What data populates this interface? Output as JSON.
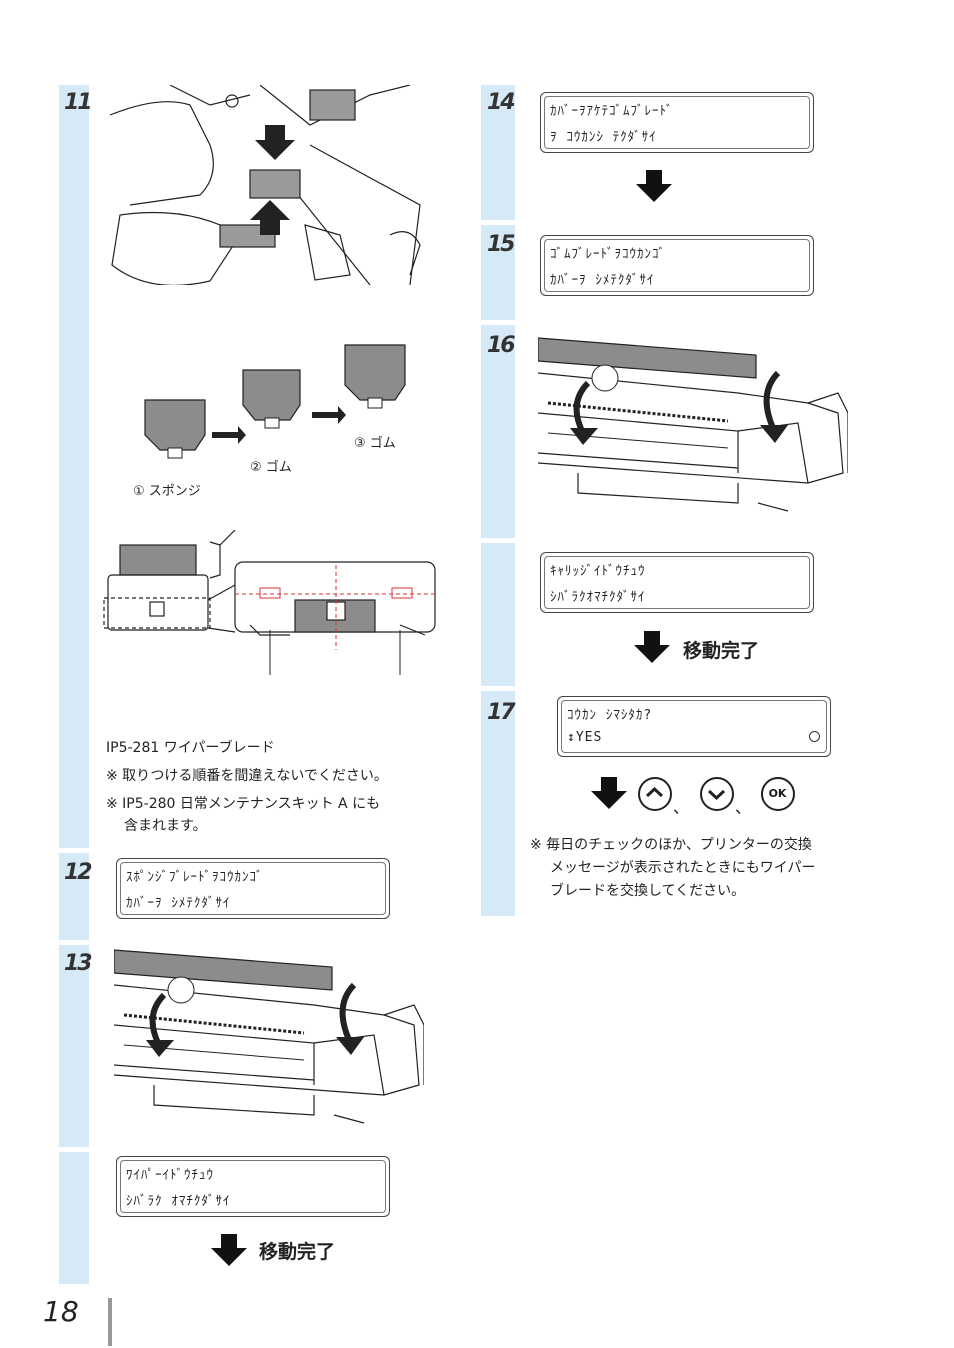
{
  "steps": {
    "s11": "11",
    "s12": "12",
    "s13": "13",
    "s14": "14",
    "s15": "15",
    "s16": "16",
    "s17": "17"
  },
  "step11": {
    "label1": "① スポンジ",
    "label2": "② ゴム",
    "label3": "③ ゴム",
    "part": "IP5-281 ワイパーブレード",
    "note1": "※ 取りつける順番を間違えないでください。",
    "note2a": "※ IP5-280 日常メンテナンスキット A にも",
    "note2b": "含まれます。"
  },
  "step12": {
    "line1": "ｽﾎﾟﾝｼﾞﾌﾞﾚｰﾄﾞｦｺｳｶﾝｺﾞ",
    "line2": "ｶﾊﾞｰｦ  ｼﾒﾃｸﾀﾞｻｲ"
  },
  "step13": {
    "line1": "ﾜｲﾊﾟｰｲﾄﾞｳﾁｭｳ",
    "line2": "ｼﾊﾞﾗｸ  ｵﾏﾁｸﾀﾞｻｲ",
    "moved": "移動完了"
  },
  "step14": {
    "line1": "ｶﾊﾞｰｦｱｹﾃｺﾞﾑﾌﾞﾚｰﾄﾞ",
    "line2": "ｦ  ｺｳｶﾝｼ  ﾃｸﾀﾞｻｲ"
  },
  "step15": {
    "line1": "ｺﾞﾑﾌﾞﾚｰﾄﾞｦｺｳｶﾝｺﾞ",
    "line2": "ｶﾊﾞｰｦ  ｼﾒﾃｸﾀﾞｻｲ"
  },
  "step16": {
    "line1": "ｷｬﾘｯｼﾞｲﾄﾞｳﾁｭｳ",
    "line2": "ｼﾊﾞﾗｸｵﾏﾁｸﾀﾞｻｲ",
    "moved": "移動完了"
  },
  "step17": {
    "line1": "ｺｳｶﾝ  ｼﾏｼﾀｶ?",
    "line2": "↕YES",
    "ok": "OK",
    "sep": "、",
    "note1": "※ 毎日のチェックのほか、プリンターの交換",
    "note2": "メッセージが表示されたときにもワイパー",
    "note3": "ブレードを交換してください。"
  },
  "page": {
    "number": "18"
  }
}
